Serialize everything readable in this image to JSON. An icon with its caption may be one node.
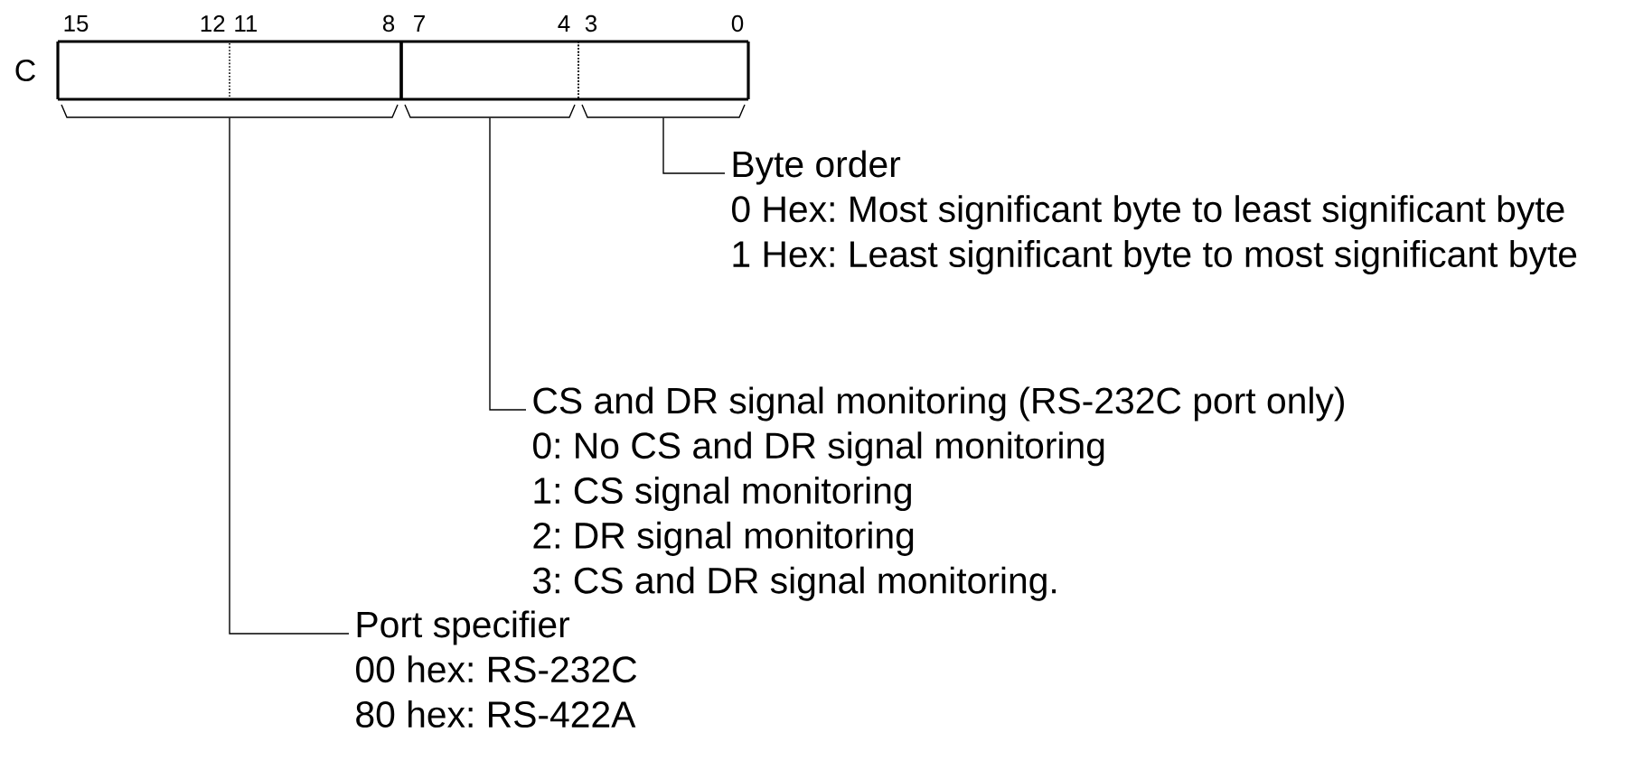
{
  "diagram": {
    "nodes": [
      {
        "text": [],
        "shape": "box"
      },
      {
        "text": [],
        "shape": "box"
      },
      {
        "text": [],
        "shape": "box"
      },
      {
        "text": [
          "Byte order",
          "0 Hex: Most significant byte to least significant byte",
          "1 Hex: Least significant byte to most significant byte"
        ]
      },
      {
        "text": [
          "CS and DR signal monitoring (RS-232C port only)",
          "0: No CS and DR signal monitoring",
          "1: CS signal monitoring",
          "2: DR signal monitoring",
          "3: CS and DR signal monitoring."
        ]
      },
      {
        "text": [
          "Port specifier",
          "00 hex: RS-232C",
          "80 hex: RS-422A"
        ]
      }
    ],
    "edges": [
      {
        "from": 3,
        "to": 2,
        "arrow": "none"
      },
      {
        "from": 4,
        "to": 1,
        "arrow": "none"
      },
      {
        "from": 5,
        "to": 0,
        "arrow": "none"
      }
    ],
    "labels": [
      "15",
      "12",
      "11",
      "8",
      "7",
      "4",
      "3",
      "0",
      "C"
    ]
  }
}
